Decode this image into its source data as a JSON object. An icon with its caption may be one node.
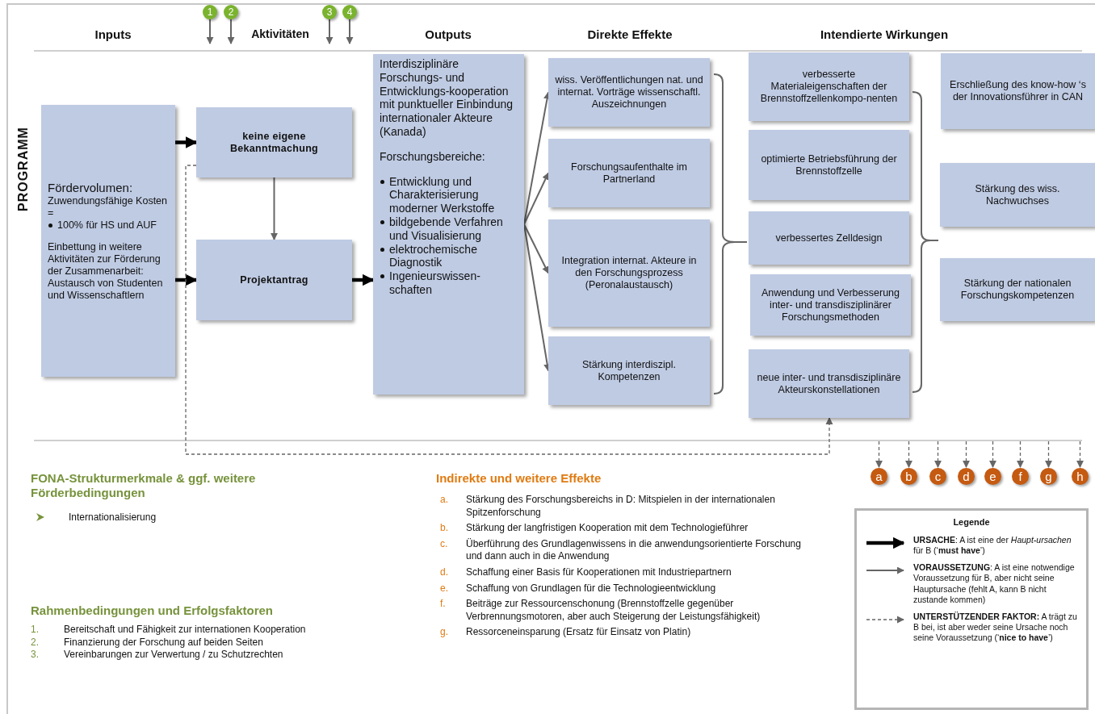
{
  "diagram": {
    "nodes": [
      {
        "text": [
          "Fördervolumen:",
          "Zuwendungsfähige Kosten =",
          "100% für HS und AUF",
          "Einbettung in weitere Aktivitäten zur Förderung der Zusammenarbeit: Austausch von Studenten und Wissenschaftlern"
        ]
      },
      {
        "text": [
          "keine eigene Bekanntmachung"
        ]
      },
      {
        "text": [
          "Projektantrag"
        ]
      },
      {
        "text": [
          "Interdisziplinäre Forschungs- und Entwicklungs-kooperation mit punktueller Einbindung internationaler Akteure (Kanada)",
          "Forschungsbereiche:",
          "Entwicklung und Charakterisierung moderner Werkstoffe",
          "bildgebende Verfahren und Visualisierung",
          "elektrochemische Diagnostik",
          "Ingenieurswissen-schaften"
        ]
      },
      {
        "text": [
          "wiss. Veröffentlichungen nat. und internat. Vorträge wissenschaftl. Auszeichnungen"
        ]
      },
      {
        "text": [
          "Forschungsaufenthalte im Partnerland"
        ]
      },
      {
        "text": [
          "Integration internat. Akteure in den Forschungsprozess (Peronalaustausch)"
        ]
      },
      {
        "text": [
          "Stärkung interdiszipl. Kompetenzen"
        ]
      },
      {
        "text": [
          "verbesserte Materialeigenschaften der Brennstoffzellenkompo-nenten"
        ]
      },
      {
        "text": [
          "optimierte Betriebsführung der Brennstoffzelle"
        ]
      },
      {
        "text": [
          "verbessertes Zelldesign"
        ]
      },
      {
        "text": [
          "Anwendung und Verbesserung inter- und transdisziplinärer Forschungsmethoden"
        ]
      },
      {
        "text": [
          "neue inter- und transdisziplinäre Akteurskonstellationen"
        ]
      },
      {
        "text": [
          "Erschließung des know-how ‘s der Innovationsführer in CAN"
        ]
      },
      {
        "text": [
          "Stärkung des wiss. Nachwuchses"
        ]
      },
      {
        "text": [
          "Stärkung der nationalen Forschungskompetenzen"
        ]
      },
      {
        "text": [
          "1"
        ]
      },
      {
        "text": [
          "2"
        ]
      },
      {
        "text": [
          "3"
        ]
      },
      {
        "text": [
          "4"
        ]
      },
      {
        "text": [
          "a"
        ]
      },
      {
        "text": [
          "b"
        ]
      },
      {
        "text": [
          "c"
        ]
      },
      {
        "text": [
          "d"
        ]
      },
      {
        "text": [
          "e"
        ]
      },
      {
        "text": [
          "f"
        ]
      },
      {
        "text": [
          "g"
        ]
      },
      {
        "text": [
          "h"
        ]
      }
    ],
    "edges": [
      {
        "from": 0,
        "to": 1,
        "arrow": "to",
        "style": "thick",
        "color": "#000000"
      },
      {
        "from": 0,
        "to": 2,
        "arrow": "to",
        "style": "thick",
        "color": "#000000"
      },
      {
        "from": 1,
        "to": 2,
        "arrow": "to"
      },
      {
        "from": 2,
        "to": 3,
        "arrow": "to",
        "style": "thick",
        "color": "#000000"
      },
      {
        "from": 3,
        "to": 4,
        "arrow": "to"
      },
      {
        "from": 3,
        "to": 5,
        "arrow": "to"
      },
      {
        "from": 3,
        "to": 6,
        "arrow": "to"
      },
      {
        "from": 3,
        "to": 7,
        "arrow": "to"
      },
      {
        "from": 1,
        "to": 12,
        "arrow": "to",
        "style": "dashed"
      },
      {
        "from": 16,
        "to": null,
        "arrow": "to"
      },
      {
        "from": 17,
        "to": null,
        "arrow": "to"
      },
      {
        "from": 18,
        "to": null,
        "arrow": "to"
      },
      {
        "from": 19,
        "to": null,
        "arrow": "to"
      },
      {
        "from": null,
        "to": 20,
        "arrow": "to",
        "style": "dashed"
      },
      {
        "from": null,
        "to": 21,
        "arrow": "to",
        "style": "dashed"
      },
      {
        "from": null,
        "to": 22,
        "arrow": "to",
        "style": "dashed"
      },
      {
        "from": null,
        "to": 23,
        "arrow": "to",
        "style": "dashed"
      },
      {
        "from": null,
        "to": 24,
        "arrow": "to",
        "style": "dashed"
      },
      {
        "from": null,
        "to": 25,
        "arrow": "to",
        "style": "dashed"
      },
      {
        "from": null,
        "to": 26,
        "arrow": "to",
        "style": "dashed"
      },
      {
        "from": null,
        "to": 27,
        "arrow": "to",
        "style": "dashed"
      }
    ],
    "labels": [
      "Inputs",
      "Aktivitäten",
      "Outputs",
      "Direkte Effekte",
      "Intendierte Wirkungen",
      "PROGRAMM",
      "FONA-Strukturmerkmale & ggf. weitere Förderbedingungen",
      "Internationalisierung",
      "Rahmenbedingungen und Erfolgsfaktoren",
      "1.",
      "Bereitschaft und Fähigkeit zur internationen Kooperation",
      "2.",
      "Finanzierung der Forschung auf beiden Seiten",
      "3.",
      "Vereinbarungen zur Verwertung / zu Schutzrechten",
      "Indirekte und weitere Effekte",
      "a.",
      "Stärkung des Forschungsbereichs in D: Mitspielen in der internationalen Spitzenforschung",
      "b.",
      "Stärkung der langfristigen Kooperation mit dem Technologieführer",
      "c.",
      "Überführung des Grundlagenwissens in die anwendungsorientierte Forschung und dann auch in die Anwendung",
      "d.",
      "Schaffung einer Basis für Kooperationen mit Industriepartnern",
      "e.",
      "Schaffung von Grundlagen für die Technologieentwicklung",
      "f.",
      "Beiträge zur Ressourcenschonung (Brennstoffzelle gegenüber Verbrennungsmotoren, aber auch Steigerung der Leistungsfähigkeit)",
      "g.",
      "Ressorceneinsparung (Ersatz für Einsatz von Platin)",
      "Legende"
    ],
    "legend": [
      {
        "text": "**URSACHE**: A ist eine der *Haupt-ursachen* für B (‘**must have**’)"
      },
      {
        "text": "**VORAUSSETZUNG**: A ist eine notwendige Voraussetzung für B, aber nicht seine Hauptursache (fehlt A, kann B nicht zustande kommen)"
      },
      {
        "text": "**UNTERSTÜTZENDER FAKTOR:** A trägt zu B bei, ist aber weder seine Ursache noch seine Voraussetzung (‘**nice to have**’)"
      }
    ]
  }
}
